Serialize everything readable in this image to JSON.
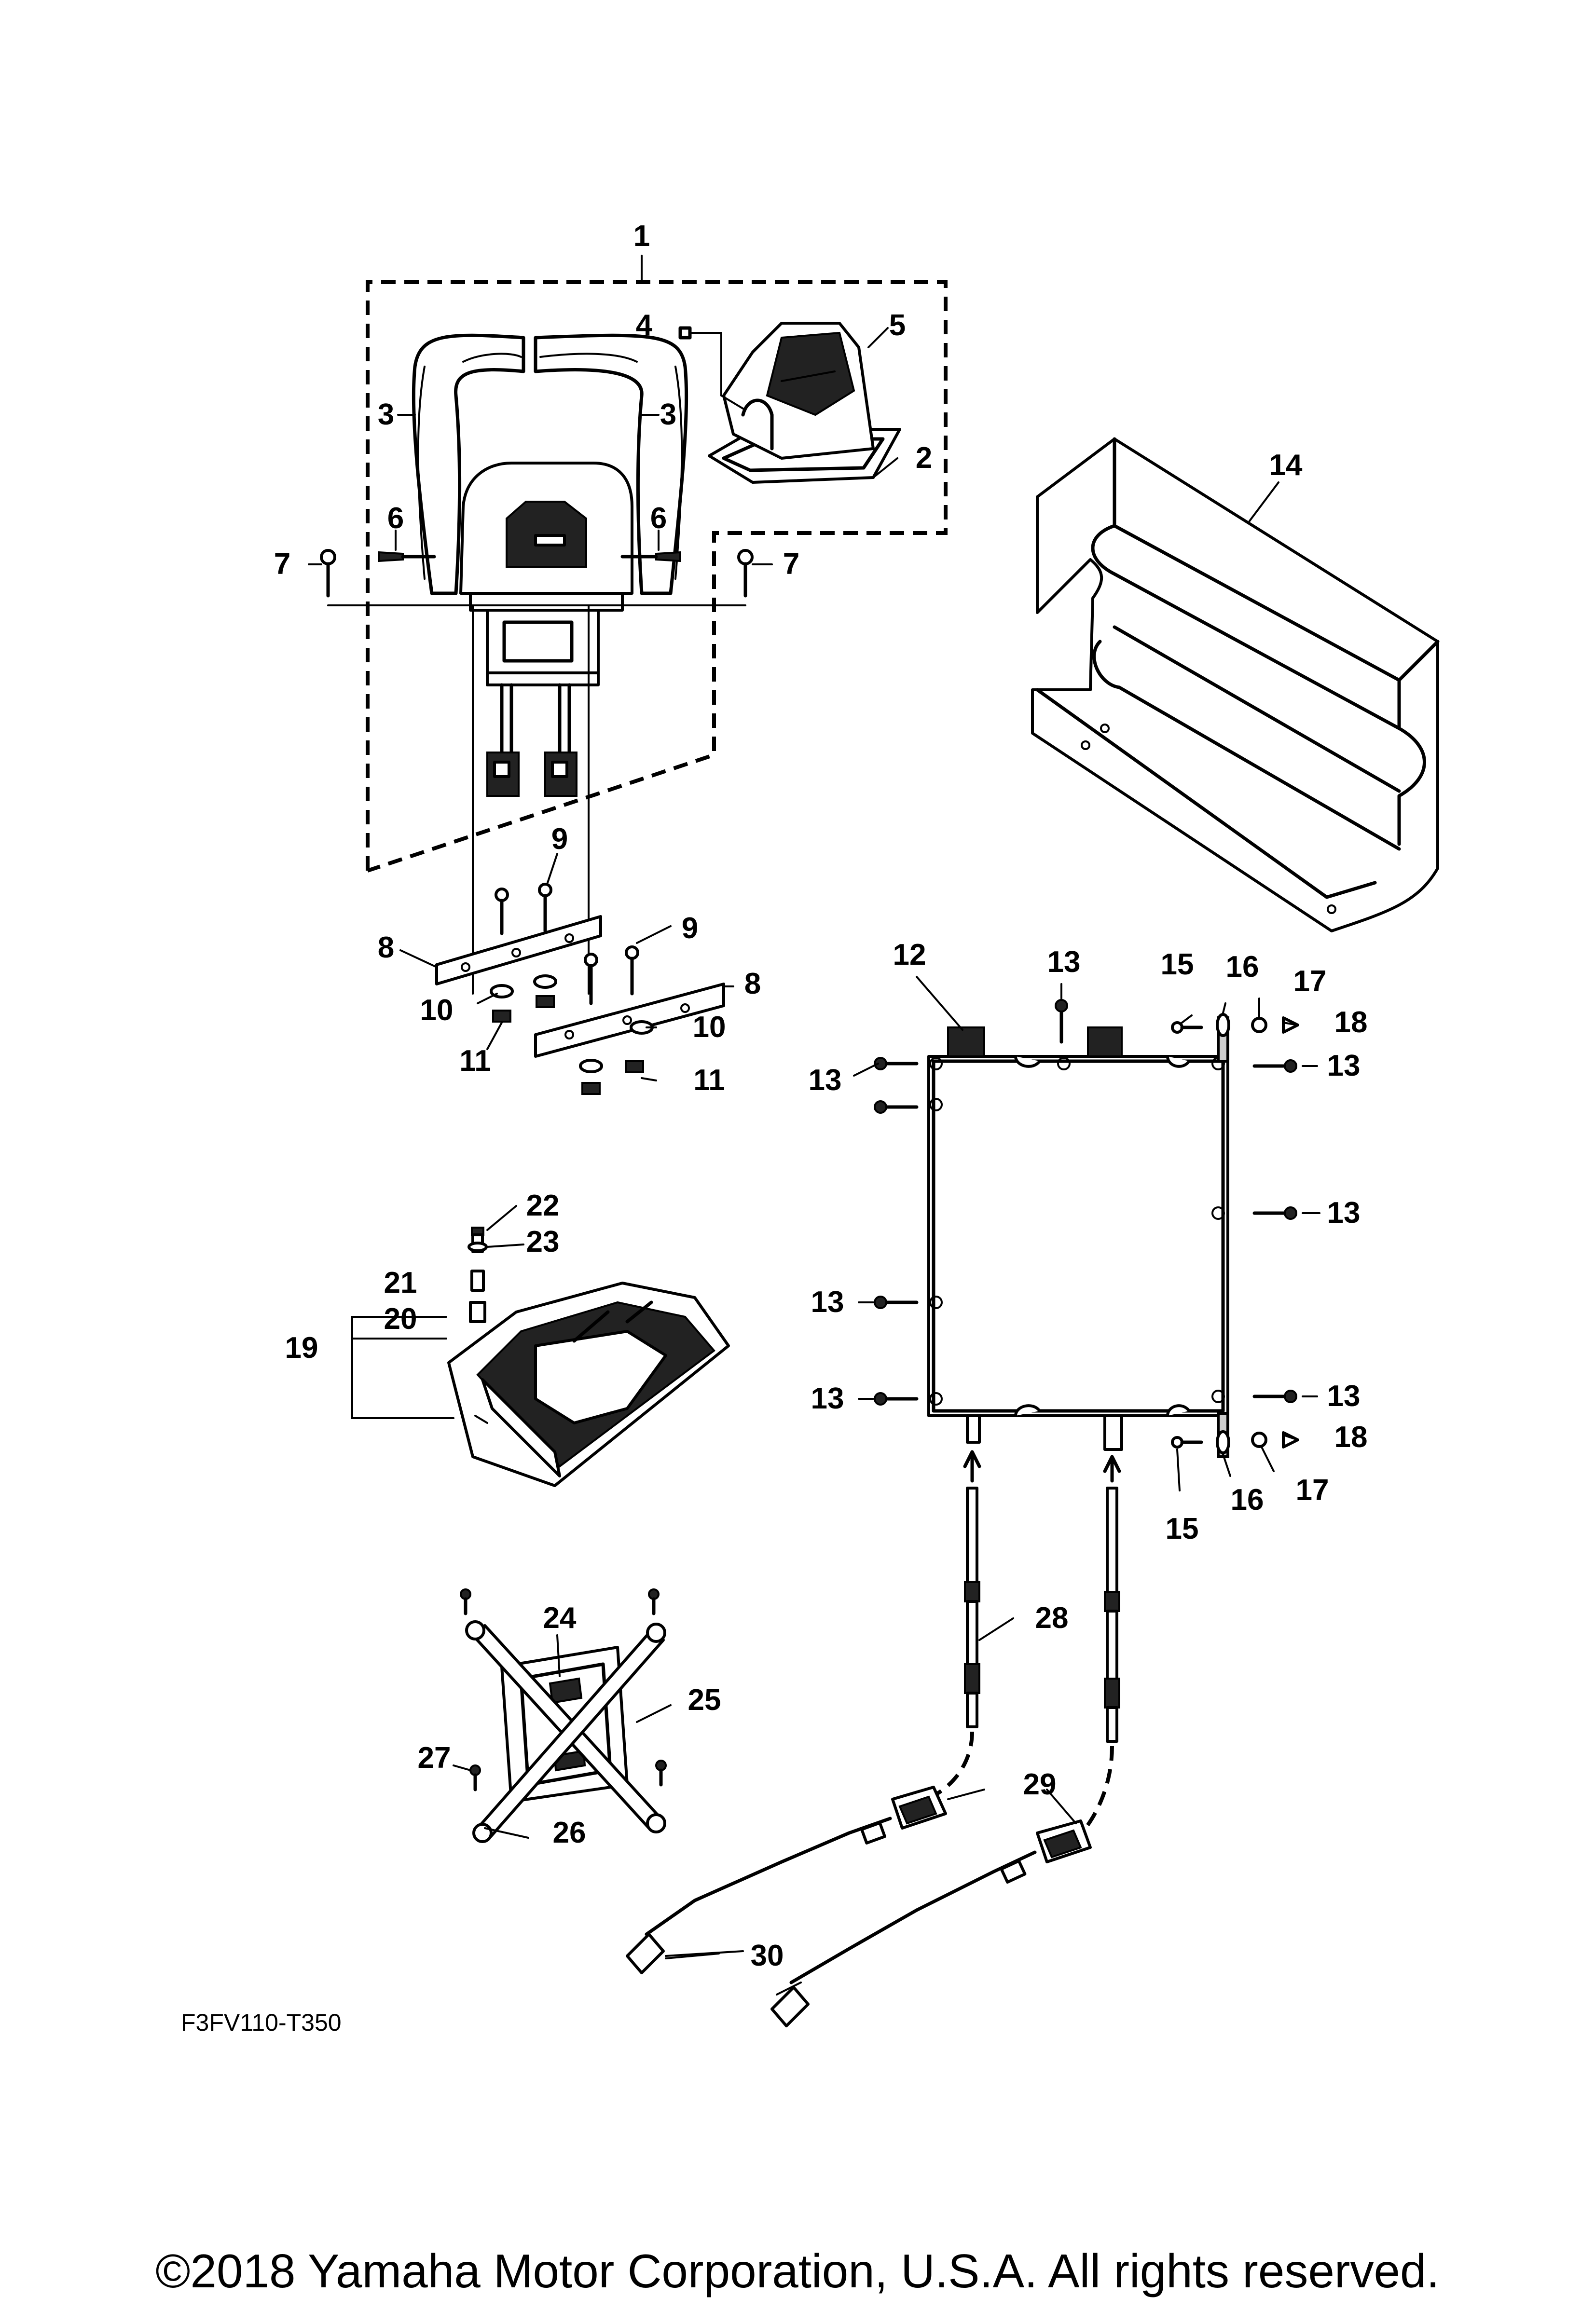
{
  "diagram": {
    "code": "F3FV110-T350",
    "copyright": "©2018 Yamaha Motor Corporation, U.S.A. All rights reserved.",
    "callouts": [
      "1",
      "2",
      "3",
      "3",
      "4",
      "5",
      "6",
      "6",
      "7",
      "7",
      "8",
      "8",
      "9",
      "9",
      "10",
      "10",
      "11",
      "11",
      "12",
      "13",
      "13",
      "13",
      "13",
      "13",
      "13",
      "13",
      "14",
      "15",
      "15",
      "16",
      "16",
      "17",
      "17",
      "18",
      "18",
      "19",
      "20",
      "21",
      "22",
      "23",
      "24",
      "25",
      "26",
      "27",
      "28",
      "29",
      "30"
    ]
  }
}
